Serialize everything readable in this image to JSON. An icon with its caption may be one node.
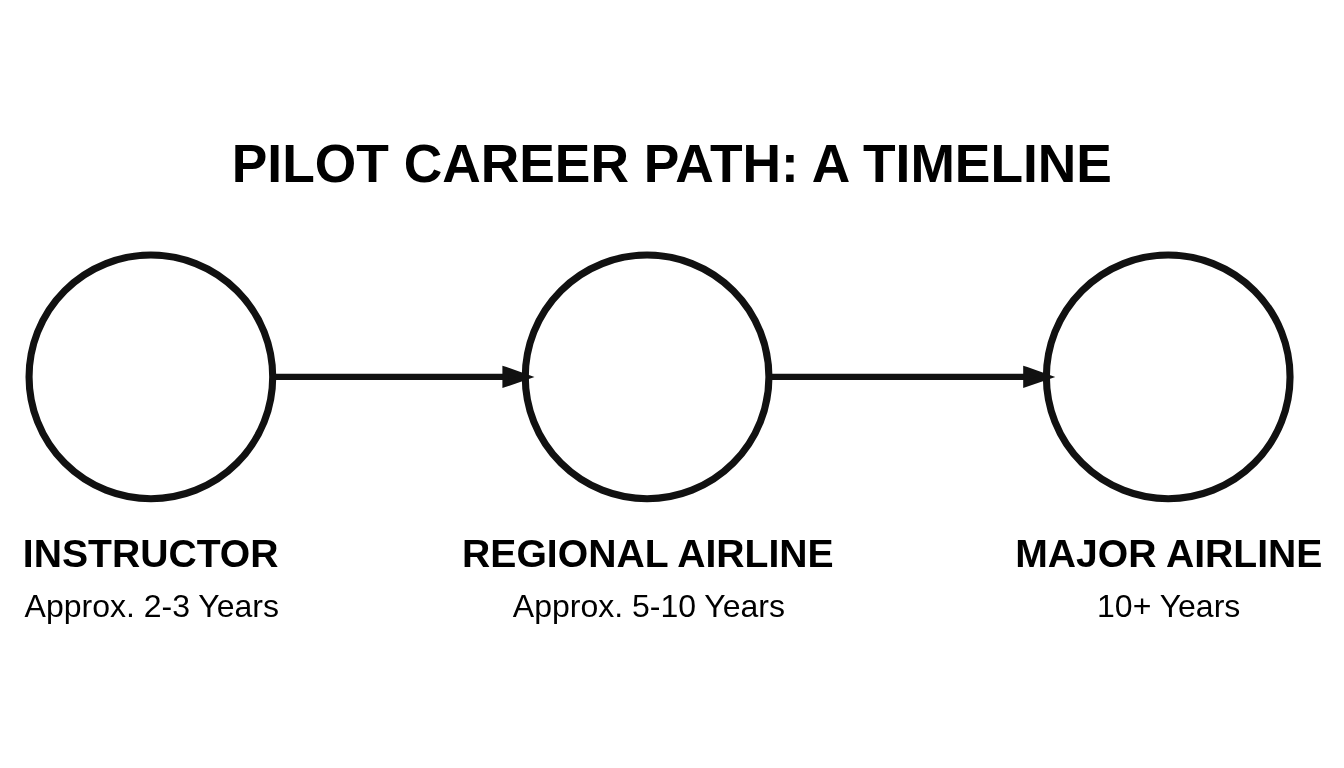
{
  "diagram": {
    "title": "PILOT CAREER PATH: A TIMELINE",
    "nodes": [
      {
        "text": [],
        "shape": "circle",
        "beside": [
          "INSTRUCTOR",
          "Approx. 2-3 Years"
        ]
      },
      {
        "text": [],
        "shape": "circle",
        "beside": [
          "REGIONAL AIRLINE",
          "Approx. 5-10 Years"
        ]
      },
      {
        "text": [],
        "shape": "circle",
        "beside": [
          "MAJOR AIRLINE",
          "10+ Years"
        ]
      }
    ],
    "edges": [
      {
        "from": 0,
        "to": 1,
        "arrow": "to"
      },
      {
        "from": 1,
        "to": 2,
        "arrow": "to"
      }
    ]
  }
}
